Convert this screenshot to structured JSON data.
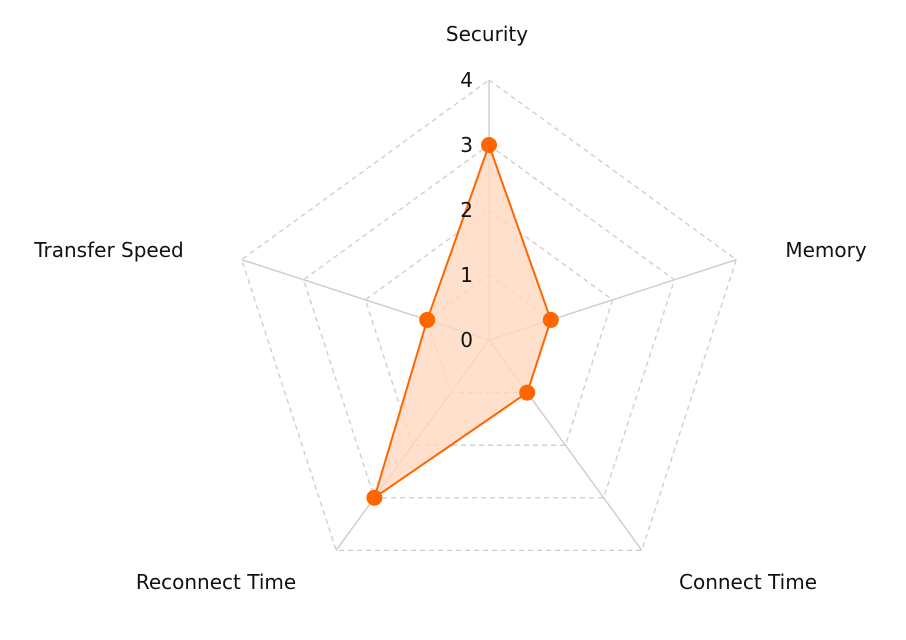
{
  "chart_data": {
    "type": "radar",
    "axes": [
      "Security",
      "Memory",
      "Connect Time",
      "Reconnect Time",
      "Transfer Speed"
    ],
    "series": [
      {
        "values": [
          3.0,
          1.0,
          1.0,
          3.0,
          1.0
        ],
        "color": "#ff6600",
        "fill": "#ffd8bf"
      }
    ],
    "radial_range": [
      0,
      4
    ],
    "radial_ticks": [
      0,
      1,
      2,
      3,
      4
    ],
    "grid": true,
    "grid_style": "dashed",
    "legend": false
  }
}
